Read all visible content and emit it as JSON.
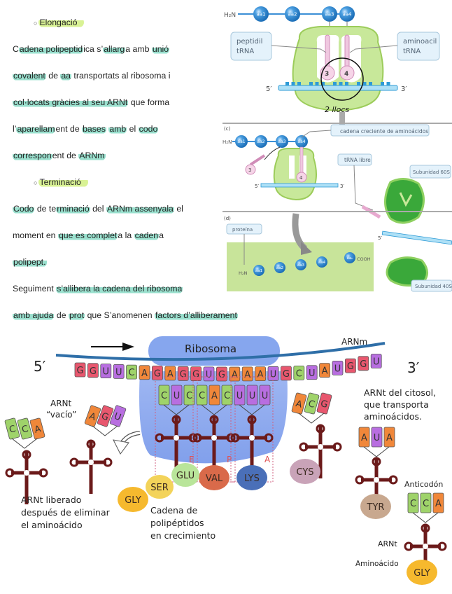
{
  "notes": {
    "elongation_heading": "Elongació",
    "elongation_lines": [
      [
        {
          "t": "C"
        },
        {
          "t": "adena polipeptid",
          "h": 1
        },
        {
          "t": "ica s’"
        },
        {
          "t": "allarg",
          "h": 1
        },
        {
          "t": "a amb "
        },
        {
          "t": "unió",
          "h": 1
        }
      ],
      [
        {
          "t": "covalent",
          "h": 1
        },
        {
          "t": " de "
        },
        {
          "t": "aa",
          "h": 1
        },
        {
          "t": " transportats al ribosoma i"
        }
      ],
      [
        {
          "t": "col·locats gràcies al seu ARNt",
          "h": 1
        },
        {
          "t": " que forma"
        }
      ],
      [
        {
          "t": "l’"
        },
        {
          "t": "aparellam",
          "h": 1
        },
        {
          "t": "ent de "
        },
        {
          "t": "bases",
          "h": 1
        },
        {
          "t": " "
        },
        {
          "t": "amb",
          "h": 1
        },
        {
          "t": " el "
        },
        {
          "t": "codo",
          "h": 1
        }
      ],
      [
        {
          "t": "correspon",
          "h": 1
        },
        {
          "t": "ent de "
        },
        {
          "t": "ARNm",
          "h": 1
        }
      ]
    ],
    "termination_heading": "Terminació",
    "termination_lines": [
      [
        {
          "t": "Codo",
          "h": 1
        },
        {
          "t": " de te"
        },
        {
          "t": "rminació",
          "h": 1
        },
        {
          "t": " del "
        },
        {
          "t": "ARNm assenyala",
          "h": 1
        },
        {
          "t": " el"
        }
      ],
      [
        {
          "t": "moment en "
        },
        {
          "t": "que es complet",
          "h": 1
        },
        {
          "t": "a la "
        },
        {
          "t": "caden",
          "h": 1
        },
        {
          "t": "a"
        }
      ],
      [
        {
          "t": "polipept.",
          "h": 1
        }
      ],
      [
        {
          "t": "Seguiment "
        },
        {
          "t": "s’allibera la cadena del ribosoma",
          "h": 1
        }
      ],
      [
        {
          "t": "amb ajuda",
          "h": 1
        },
        {
          "t": " de "
        },
        {
          "t": "prot",
          "h": 1
        },
        {
          "t": " que S’anomenen "
        },
        {
          "t": "factors d’alliberament",
          "h": 1
        }
      ]
    ]
  },
  "figure_top": {
    "panel_b": {
      "h2n": "H₂N",
      "amino_acids": [
        "aa1",
        "aa2",
        "aa3",
        "aa4"
      ],
      "label_left": [
        "peptidil",
        "tRNA"
      ],
      "label_right": [
        "aminoacil",
        "tRNA"
      ],
      "site_numbers": [
        "3",
        "4"
      ],
      "five_prime": "5′",
      "three_prime": "3′",
      "handwritten": "2 llocs"
    },
    "panel_c": {
      "tag": "(c)",
      "h2n": "H₂N",
      "amino_acids": [
        "aa1",
        "aa2",
        "aa3",
        "aa4"
      ],
      "callout": "cadena creciente de aminoácidos",
      "trna_free": "tRNA libre",
      "subunit_60": "Subunidad 60S",
      "site_numbers": [
        "3",
        "4"
      ],
      "five_prime": "5′",
      "three_prime": "3′"
    },
    "panel_d": {
      "tag": "(d)",
      "protein": "proteína",
      "h2n": "H₂N",
      "amino_acids": [
        "aa1",
        "aa2",
        "aa3",
        "aa4",
        "aaₙ"
      ],
      "cooh": "COOH",
      "five_prime": "5′",
      "subunit_40": "Subunidad 40S"
    }
  },
  "figure_bottom": {
    "ribosome_label": "Ribosoma",
    "mrna_label": "ARNm",
    "five_prime": "5′",
    "three_prime": "3′",
    "mrna_sequence": [
      "G",
      "G",
      "U",
      "U",
      "C",
      "A",
      "G",
      "A",
      "G",
      "G",
      "U",
      "G",
      "A",
      "A",
      "A",
      "U",
      "G",
      "C",
      "U",
      "A",
      "U",
      "G",
      "G",
      "U"
    ],
    "sites": [
      {
        "name": "E",
        "anticodon": [
          "C",
          "U",
          "C"
        ]
      },
      {
        "name": "P",
        "anticodon": [
          "C",
          "A",
          "C"
        ],
        "aa": "VAL"
      },
      {
        "name": "A",
        "anticodon": [
          "U",
          "U",
          "U"
        ],
        "aa": "LYS"
      }
    ],
    "chain": [
      "GLY",
      "SER",
      "GLU"
    ],
    "empty_trna_label": [
      "ARNt",
      "“vacío”"
    ],
    "released_trnas": [
      [
        "C",
        "C",
        "A"
      ],
      [
        "A",
        "G",
        "U"
      ]
    ],
    "released_label": [
      "ARNt liberado",
      "después de eliminar",
      "el aminoácido"
    ],
    "chain_label": [
      "Cadena de",
      "polipéptidos",
      "en crecimiento"
    ],
    "incoming_trna": {
      "anticodon": [
        "A",
        "C",
        "G"
      ],
      "aa": "CYS"
    },
    "cytosol_label": [
      "ARNt del citosol,",
      "que transporta",
      "aminoácidos."
    ],
    "cytosol_trna": {
      "anticodon": [
        "A",
        "U",
        "A"
      ],
      "aa": "TYR"
    },
    "legend_trna": {
      "anticodon_label": "Anticodón",
      "anticodon": [
        "C",
        "C",
        "A"
      ],
      "trna_label": "ARNt",
      "aa_label": "Aminoácido",
      "aa": "GLY"
    },
    "base_colors": {
      "G": "#e8576e",
      "U": "#b86ee0",
      "C": "#9fd36a",
      "A": "#f0873a"
    },
    "aa_colors": {
      "VAL": "#d96a4a",
      "LYS": "#4a6fb8",
      "GLU": "#b9e59a",
      "SER": "#f3d35a",
      "GLY": "#f6b92e",
      "CYS": "#c9a3b8",
      "TYR": "#c8a88f"
    }
  }
}
